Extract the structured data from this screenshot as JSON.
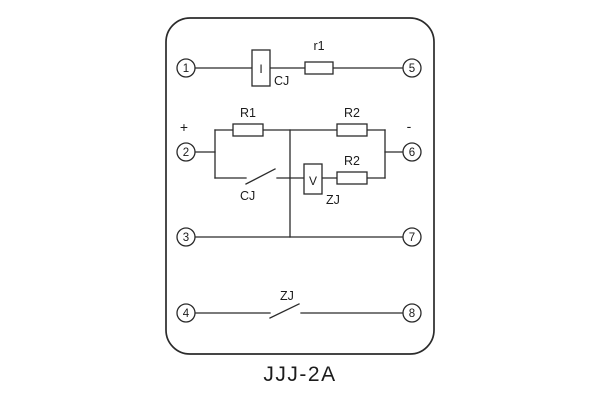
{
  "caption": "JJJ-2A",
  "terminals": {
    "t1": "1",
    "t2": "2",
    "t3": "3",
    "t4": "4",
    "t5": "5",
    "t6": "6",
    "t7": "7",
    "t8": "8"
  },
  "polarity": {
    "plus": "+",
    "minus": "-"
  },
  "components": {
    "current_coil_symbol": "I",
    "current_coil_label": "CJ",
    "series_resistor_label": "r1",
    "resistor_r1_label": "R1",
    "resistor_r2_top_label": "R2",
    "resistor_r2_mid_label": "R2",
    "cj_contact_label": "CJ",
    "voltage_coil_symbol": "V",
    "voltage_coil_label": "ZJ",
    "zj_contact_label": "ZJ"
  },
  "colors": {
    "line": "#2b2b2b",
    "text": "#1c1c1c",
    "background": "#ffffff"
  }
}
